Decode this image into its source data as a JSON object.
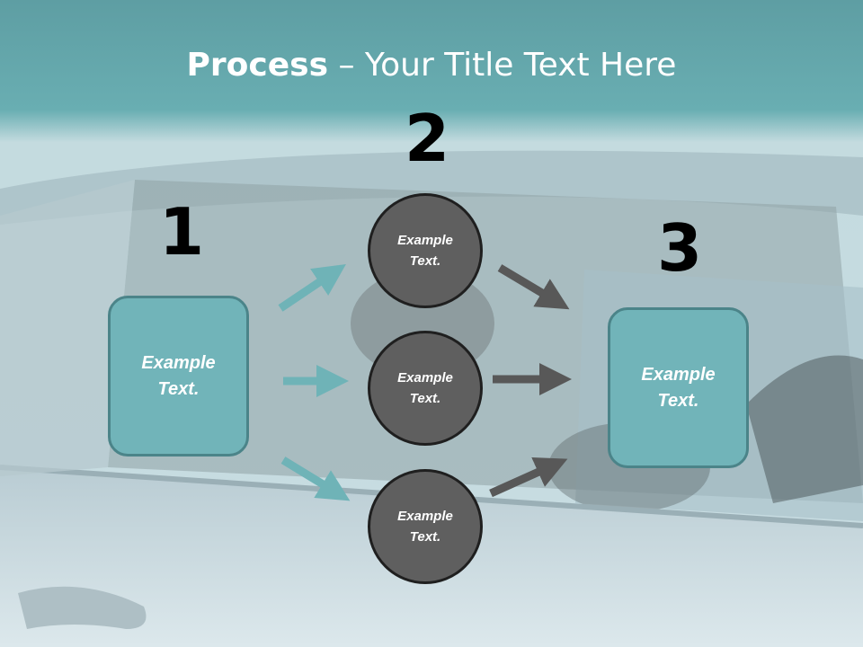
{
  "title": {
    "bold": "Process",
    "rest": " – Your Title Text Here"
  },
  "steps": [
    {
      "number": "1",
      "text": "Example\nText."
    },
    {
      "number": "2",
      "text": "Example\nText."
    },
    {
      "number": "3",
      "text": "Example\nText."
    }
  ],
  "middle": [
    {
      "text": "Example\nText."
    },
    {
      "text": "Example\nText."
    },
    {
      "text": "Example\nText."
    }
  ],
  "colors": {
    "teal": "#71b4b9",
    "dark": "#5f5f5f"
  }
}
